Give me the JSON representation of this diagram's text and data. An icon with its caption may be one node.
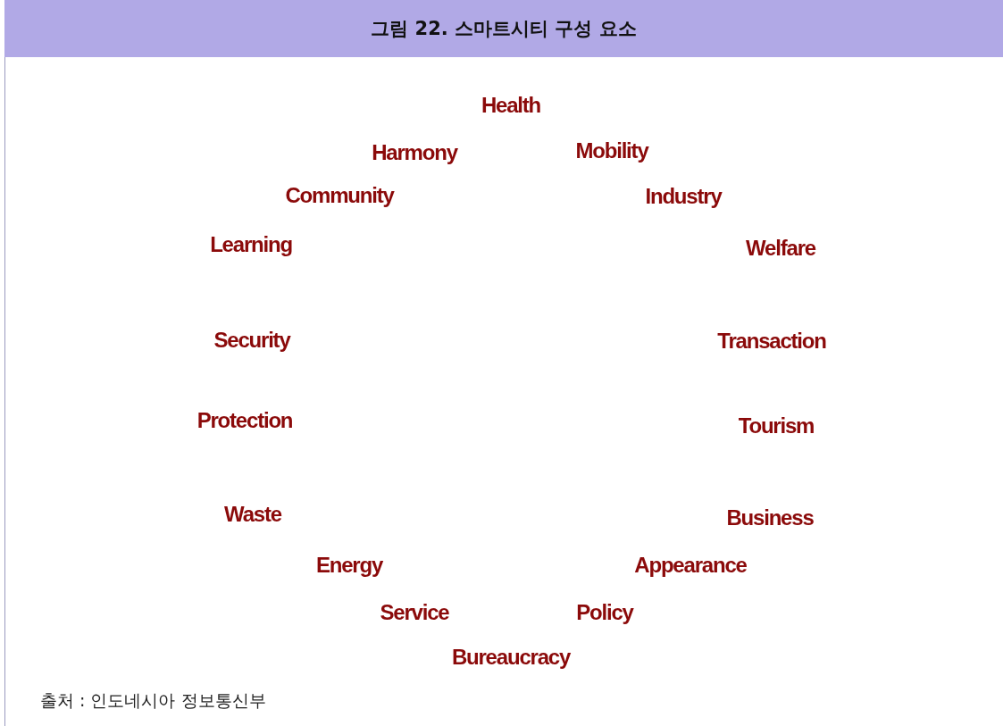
{
  "diagram": {
    "title": "그림 22. 스마트시티 구성 요소",
    "caption": "출처 : 인도네시아 정보통신부",
    "labels": [
      "Health",
      "Harmony",
      "Mobility",
      "Community",
      "Industry",
      "Learning",
      "Welfare",
      "Security",
      "Transaction",
      "Protection",
      "Tourism",
      "Waste",
      "Business",
      "Energy",
      "Appearance",
      "Service",
      "Policy",
      "Bureaucracy"
    ]
  }
}
